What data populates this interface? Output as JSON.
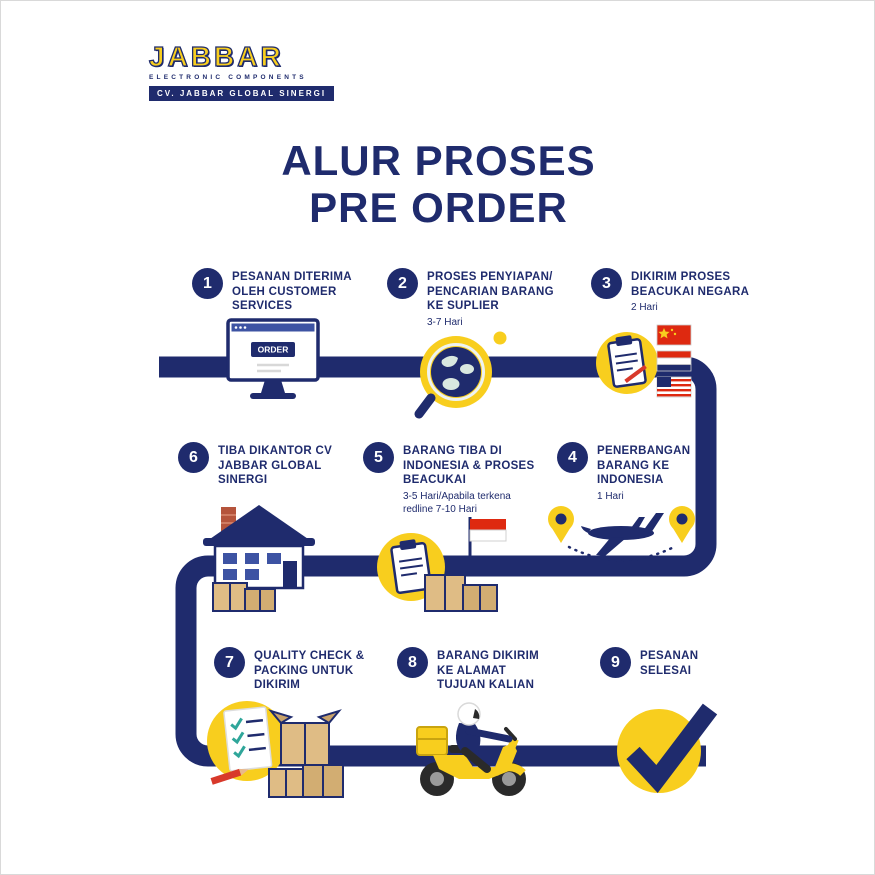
{
  "logo": {
    "brand": "JABBAR",
    "tagline": "ELECTRONIC COMPONENTS",
    "company": "CV. JABBAR GLOBAL SINERGI"
  },
  "title": {
    "line1": "ALUR PROSES",
    "line2": "PRE ORDER"
  },
  "colors": {
    "navy": "#1f2b6d",
    "yellow": "#f8ce1e",
    "red": "#de2910",
    "box_tan": "#dfbc85"
  },
  "monitor": {
    "button_label": "ORDER"
  },
  "steps": [
    {
      "number": "1",
      "label": "PESANAN DITERIMA OLEH CUSTOMER SERVICES",
      "note": "",
      "icon": "monitor-order-icon"
    },
    {
      "number": "2",
      "label": "PROSES PENYIAPAN/ PENCARIAN BARANG KE SUPLIER",
      "note": "3-7 Hari",
      "icon": "globe-search-icon"
    },
    {
      "number": "3",
      "label": "DIKIRIM PROSES BEACUKAI NEGARA",
      "note": "2 Hari",
      "icon": "customs-clipboard-flags-icon"
    },
    {
      "number": "4",
      "label": "PENERBANGAN BARANG KE INDONESIA",
      "note": "1 Hari",
      "icon": "airplane-pins-icon"
    },
    {
      "number": "5",
      "label": "BARANG TIBA DI INDONESIA & PROSES BEACUKAI",
      "note": "3-5 Hari/Apabila terkena redline 7-10 Hari",
      "icon": "clipboard-flag-boxes-icon"
    },
    {
      "number": "6",
      "label": "TIBA DIKANTOR CV JABBAR GLOBAL SINERGI",
      "note": "",
      "icon": "office-boxes-icon"
    },
    {
      "number": "7",
      "label": "QUALITY CHECK & PACKING UNTUK DIKIRIM",
      "note": "",
      "icon": "checklist-boxes-icon"
    },
    {
      "number": "8",
      "label": "BARANG DIKIRIM KE ALAMAT TUJUAN KALIAN",
      "note": "",
      "icon": "delivery-scooter-icon"
    },
    {
      "number": "9",
      "label": "PESANAN SELESAI",
      "note": "",
      "icon": "checkmark-icon"
    }
  ]
}
